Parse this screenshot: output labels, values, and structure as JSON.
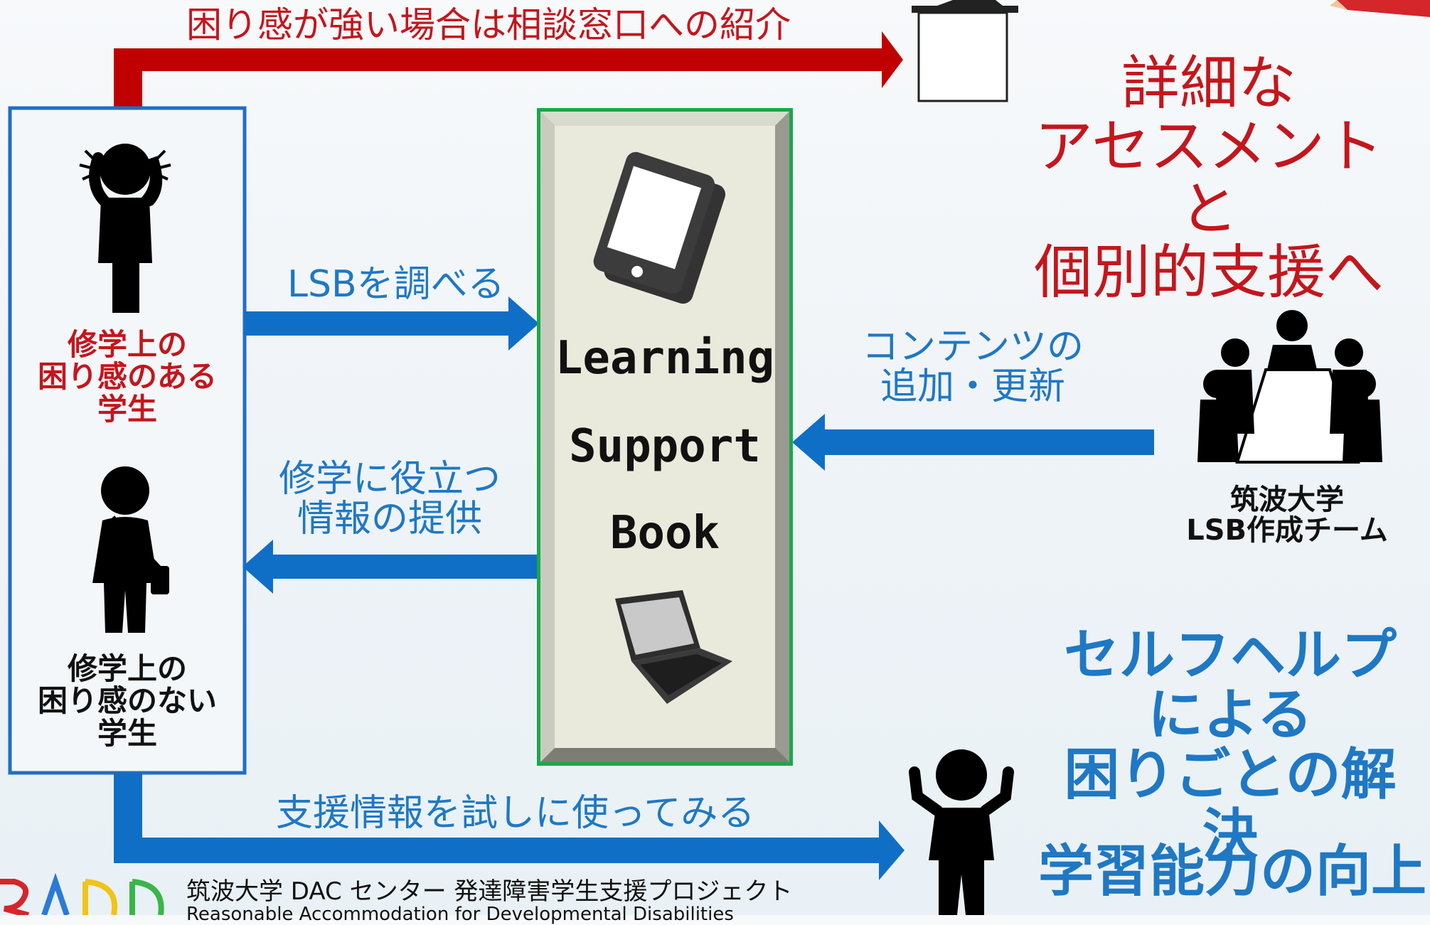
{
  "arrows": {
    "top_referral": "困り感が強い場合は相談窓口への紹介",
    "research_lsb": "LSBを調べる",
    "provide_info": "修学に役立つ\n情報の提供",
    "contents_update": "コンテンツの\n追加・更新",
    "try_support": "支援情報を試しに使ってみる"
  },
  "students": {
    "with_difficulty": "修学上の\n困り感のある\n学生",
    "without_difficulty": "修学上の\n困り感のない\n学生"
  },
  "book": {
    "line1": "Learning",
    "line2": "Support",
    "line3": "Book"
  },
  "team": {
    "label": "筑波大学\nLSB作成チーム"
  },
  "outcomes": {
    "assessment": "詳細な\nアセスメントと\n個別的支援へ",
    "self_help": "セルフヘルプ\nによる\n困りごとの解決",
    "learning": "学習能力の向上"
  },
  "footer": {
    "project": "筑波大学 DAC センター 発達障害学生支援プロジェクト",
    "english": "Reasonable Accommodation for Developmental Disabilities",
    "logo_text": "RADD"
  },
  "colors": {
    "red_arrow": "#c00000",
    "blue_arrow": "#0f6fc6",
    "student_box_border": "#1f6fc4",
    "book_border": "#19a84a",
    "book_fill": "#eaeadc"
  }
}
